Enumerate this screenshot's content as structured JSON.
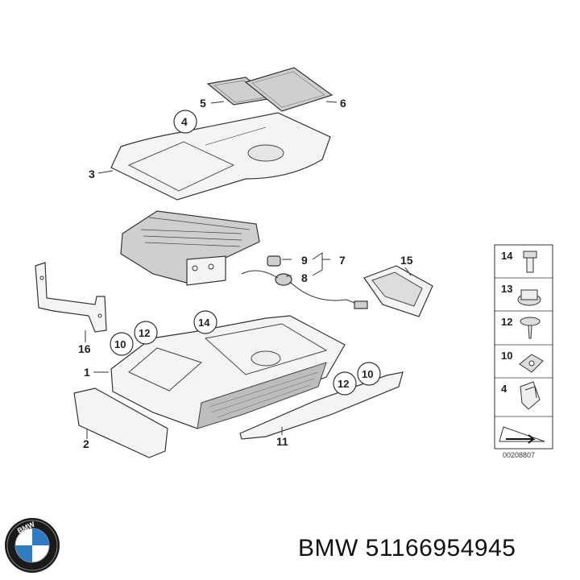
{
  "callouts": {
    "c1": "1",
    "c2": "2",
    "c3": "3",
    "c4": "4",
    "c5": "5",
    "c6": "6",
    "c7": "7",
    "c8": "8",
    "c9": "9",
    "c10a": "10",
    "c10b": "10",
    "c11": "11",
    "c12a": "12",
    "c12b": "12",
    "c14": "14",
    "c15": "15",
    "c16": "16"
  },
  "legend": {
    "items": [
      "14",
      "13",
      "12",
      "10",
      "4"
    ]
  },
  "reference_code": "00208807",
  "brand": {
    "logo_letters": "BMW",
    "part_label": "BMW 51166954945"
  },
  "colors": {
    "line": "#333333",
    "fill": "#f4f4f4",
    "logo_blue": "#2f7bc4"
  }
}
